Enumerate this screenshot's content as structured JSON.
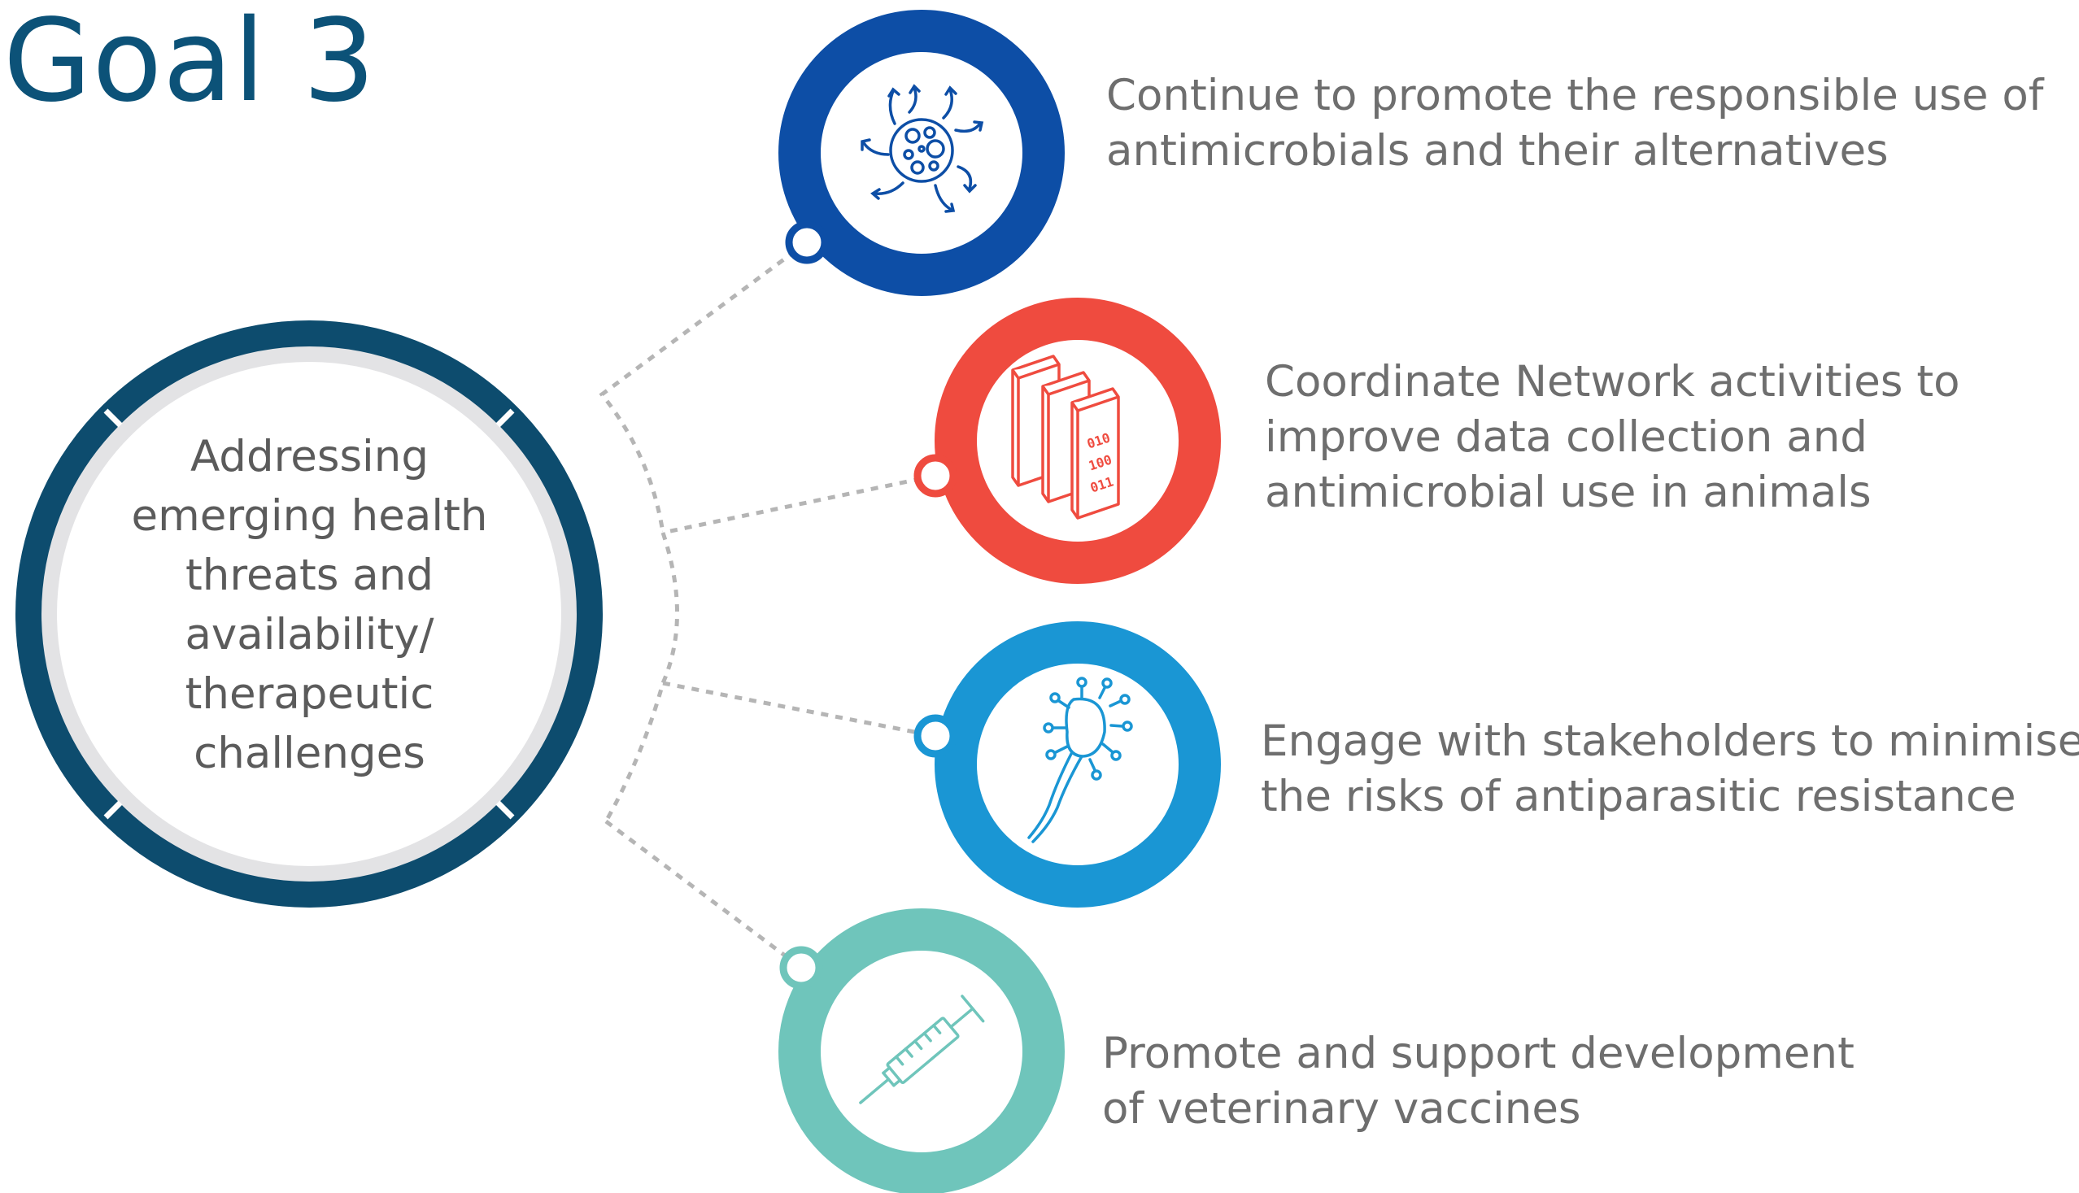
{
  "title": "Goal 3",
  "center": {
    "lines": [
      "Addressing",
      "emerging health",
      "threats and",
      "availability/",
      "therapeutic",
      "challenges"
    ]
  },
  "goals": [
    {
      "icon": "microbe-arrows-icon",
      "color": "#0d4ea6",
      "lines": [
        "Continue to promote the responsible use of",
        "antimicrobials and their alternatives"
      ]
    },
    {
      "icon": "data-books-icon",
      "color": "#ef4b3f",
      "lines": [
        "Coordinate Network activities to",
        "improve data collection and",
        "antimicrobial use in animals"
      ],
      "icon_text": [
        "010",
        "100",
        "011"
      ]
    },
    {
      "icon": "parasite-icon",
      "color": "#1a96d4",
      "lines": [
        "Engage with stakeholders to minimise",
        "the risks of antiparasitic resistance"
      ]
    },
    {
      "icon": "syringe-icon",
      "color": "#6fc5bb",
      "lines": [
        "Promote and support development",
        "of veterinary vaccines"
      ]
    }
  ],
  "colors": {
    "title": "#0c5278",
    "center_ring": "#0d4c6e",
    "center_inner_ring": "#e3e3e5",
    "connector": "#b5b5b5"
  }
}
